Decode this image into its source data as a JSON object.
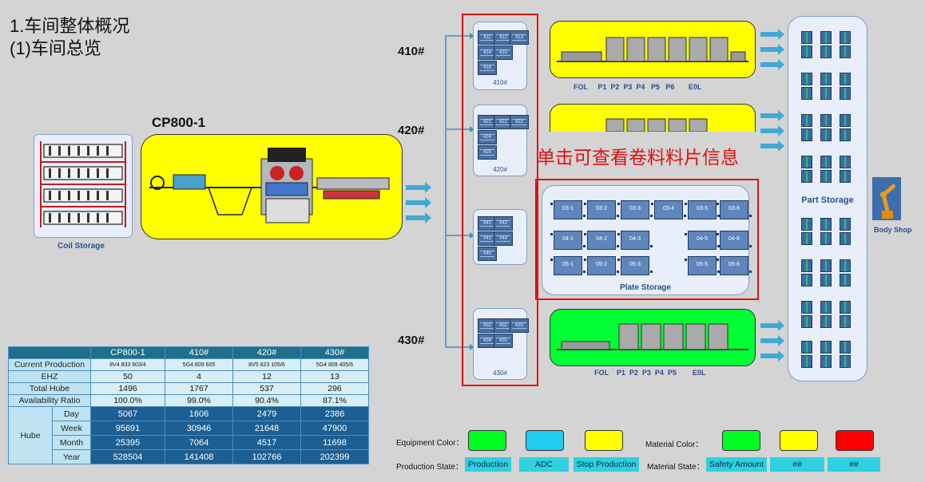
{
  "header": {
    "line1": "1.车间整体概况",
    "line2": "(1)车间总览"
  },
  "labels": {
    "cp800": "CP800-1",
    "coil_storage": "Coil Storage",
    "line_410": "410#",
    "line_420": "420#",
    "line_430": "430#",
    "part_storage": "Part Storage",
    "body_shop": "Body Shop",
    "plate_storage": "Plate Storage",
    "tooltip": "单击可查看卷料料片信息",
    "fol_top": "FOL     P1  P2  P3  P4   P5   P6       E0L",
    "fol_bottom": "FOL    P1  P2  P3  P4  P5        E0L"
  },
  "racks": [
    {
      "label": "410#",
      "slots": [
        "411",
        "412",
        "413",
        "414",
        "415",
        "416"
      ]
    },
    {
      "label": "420#",
      "slots": [
        "421",
        "422",
        "423",
        "424",
        "425"
      ]
    },
    {
      "label": "",
      "slots": [
        "441",
        "442",
        "443",
        "444",
        "445"
      ]
    },
    {
      "label": "430#",
      "slots": [
        "431",
        "432",
        "433",
        "434",
        "435"
      ]
    }
  ],
  "plate_cells": [
    [
      "03-1",
      "03-2",
      "03-3",
      "03-4",
      "03-5",
      "03-6"
    ],
    [
      "04-1",
      "04-2",
      "04-3",
      "04-5",
      "04-6"
    ],
    [
      "05-1",
      "05-2",
      "05-3",
      "05-5",
      "05-6"
    ]
  ],
  "table": {
    "headers": [
      "CP800-1",
      "410#",
      "420#",
      "430#"
    ],
    "rows": [
      {
        "label": "Current Production",
        "values": [
          "8V4 833 603/4",
          "5G4 809 605",
          "8V5 823 105/6",
          "5G4 809 405/6"
        ]
      },
      {
        "label": "EHZ",
        "values": [
          "50",
          "4",
          "12",
          "13"
        ]
      },
      {
        "label": "Total Hube",
        "values": [
          "1496",
          "1767",
          "537",
          "296"
        ]
      },
      {
        "label": "Availability Ratio",
        "values": [
          "100.0%",
          "99.0%",
          "90.4%",
          "87.1%"
        ]
      }
    ],
    "hube_label": "Hube",
    "hube_rows": [
      {
        "label": "Day",
        "values": [
          "5067",
          "1606",
          "2479",
          "2386"
        ]
      },
      {
        "label": "Week",
        "values": [
          "95691",
          "30946",
          "21648",
          "47900"
        ]
      },
      {
        "label": "Month",
        "values": [
          "25395",
          "7064",
          "4517",
          "11698"
        ]
      },
      {
        "label": "Year",
        "values": [
          "528504",
          "141408",
          "102766",
          "202399"
        ]
      }
    ]
  },
  "legend": {
    "equipment_color": "Equipment Color：",
    "material_color": "Material Color：",
    "production_state": "Production State：",
    "material_state": "Material State：",
    "states": [
      "Production",
      "ADC",
      "Stop Production"
    ],
    "mstates": [
      "Safety Amount",
      "##",
      "##"
    ],
    "colors": {
      "green": "#00ff22",
      "cyan": "#22ccee",
      "yellow": "#ffff00",
      "red": "#ff0000"
    }
  }
}
